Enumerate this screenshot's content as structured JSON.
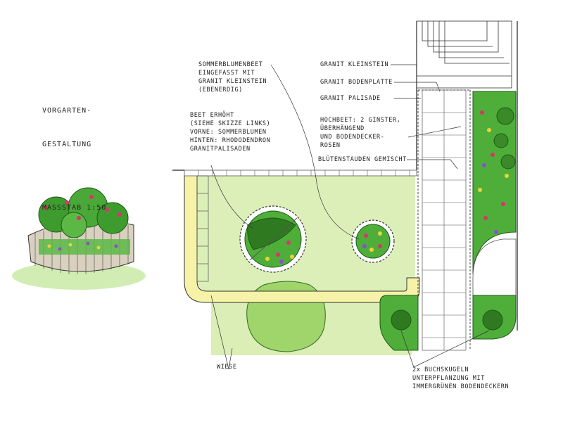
{
  "title": {
    "line1": "VORGARTEN-",
    "line2": "GESTALTUNG",
    "scale": "MASSSTAB 1:50"
  },
  "labels": {
    "sommerblumenbeet": "SOMMERBLUMENBEET\nEINGEFASST MIT\nGRANIT KLEINSTEIN\n(EBENERDIG)",
    "beet_erhoeht": "BEET ERHÖHT\n(SIEHE SKIZZE LINKS)\nVORNE: SOMMERBLUMEN\nHINTEN: RHODODENDRON\nGRANITPALISADEN",
    "granit_kleinstein": "GRANIT KLEINSTEIN",
    "granit_bodenplatte": "GRANIT BODENPLATTE",
    "granit_palisade": "GRANIT PALISADE",
    "hochbeet": "HOCHBEET: 2 GINSTER,\nÜBERHÄNGEND\nUND BODENDECKER-\nROSEN",
    "stauden": "BLÜTENSTAUDEN GEMISCHT",
    "wiese": "WIESE",
    "buchskugeln": "2x BUCHSKUGELN\nUNTERPFLANZUNG MIT\nIMMERGRÜNEN BODENDECKERN"
  },
  "colors": {
    "lawn": "#dcefb8",
    "lawn_dark": "#9fd56a",
    "bed": "#4fae3a",
    "path": "#f6f3a8",
    "stone": "#555555"
  }
}
